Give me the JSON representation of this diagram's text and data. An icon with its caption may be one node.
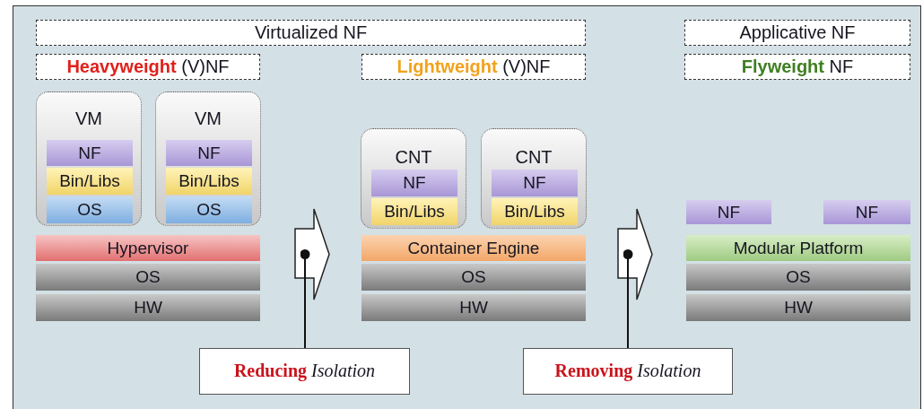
{
  "diagram": {
    "nodes": [
      {
        "text": [
          "Virtualized NF"
        ]
      },
      {
        "text": [
          "Applicative NF"
        ]
      },
      {
        "text": [
          "Heavyweight (V)NF"
        ]
      },
      {
        "text": [
          "Lightweight (V)NF"
        ]
      },
      {
        "text": [
          "Flyweight NF"
        ]
      },
      {
        "text": [
          "VM"
        ]
      },
      {
        "text": [
          "NF"
        ],
        "in": 5
      },
      {
        "text": [
          "Bin/Libs"
        ],
        "in": 5
      },
      {
        "text": [
          "OS"
        ],
        "in": 5
      },
      {
        "text": [
          "VM"
        ]
      },
      {
        "text": [
          "NF"
        ],
        "in": 9
      },
      {
        "text": [
          "Bin/Libs"
        ],
        "in": 9
      },
      {
        "text": [
          "OS"
        ],
        "in": 9
      },
      {
        "text": [
          "CNT"
        ]
      },
      {
        "text": [
          "NF"
        ],
        "in": 13
      },
      {
        "text": [
          "Bin/Libs"
        ],
        "in": 13
      },
      {
        "text": [
          "CNT"
        ]
      },
      {
        "text": [
          "NF"
        ],
        "in": 16
      },
      {
        "text": [
          "Bin/Libs"
        ],
        "in": 16
      },
      {
        "text": [
          "NF"
        ]
      },
      {
        "text": [
          "NF"
        ]
      },
      {
        "text": [
          "Hypervisor"
        ]
      },
      {
        "text": [
          "Container Engine"
        ]
      },
      {
        "text": [
          "Modular Platform"
        ]
      },
      {
        "text": [
          "OS"
        ]
      },
      {
        "text": [
          "OS"
        ]
      },
      {
        "text": [
          "OS"
        ]
      },
      {
        "text": [
          "HW"
        ]
      },
      {
        "text": [
          "HW"
        ]
      },
      {
        "text": [
          "HW"
        ]
      },
      {
        "text": [],
        "shape": "arrow"
      },
      {
        "text": [],
        "shape": "arrow"
      },
      {
        "text": [
          "Reducing *Isolation*"
        ]
      },
      {
        "text": [
          "Removing *Isolation*"
        ]
      }
    ],
    "edges": [
      {
        "from": 32,
        "to": 30,
        "arrow": "other"
      },
      {
        "from": 33,
        "to": 31,
        "arrow": "other"
      }
    ]
  }
}
